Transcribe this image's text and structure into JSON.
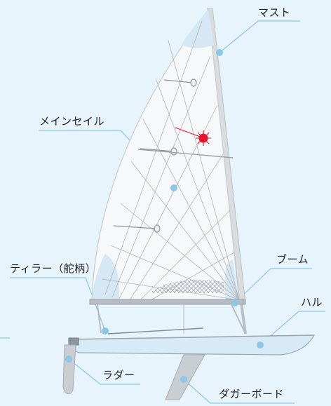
{
  "labels": {
    "mast": "マスト",
    "mainsail": "メインセイル",
    "tiller": "ティラー（舵柄）",
    "boom": "ブーム",
    "hull": "ハル",
    "rudder": "ラダー",
    "daggerboard": "ダガーボード"
  },
  "colors": {
    "background": "#e8f4fb",
    "leader_line": "#8ec6e6",
    "dot": "#8ec6e6",
    "sail": "#f7f8f9",
    "sail_outline": "#c8ccd0",
    "sail_panel": "#d5e8f3",
    "mast": "#d9dde0",
    "hull": "#d7eaf5",
    "hull_outline": "#9aa6b0",
    "foil": "#c9ced2",
    "emblem": "#e5152c"
  }
}
